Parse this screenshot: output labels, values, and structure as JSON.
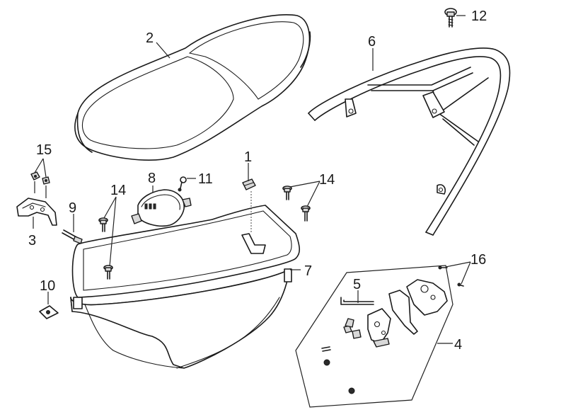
{
  "callouts": [
    {
      "id": "c1",
      "text": "1"
    },
    {
      "id": "c2",
      "text": "2"
    },
    {
      "id": "c3",
      "text": "3"
    },
    {
      "id": "c4",
      "text": "4"
    },
    {
      "id": "c5",
      "text": "5"
    },
    {
      "id": "c6",
      "text": "6"
    },
    {
      "id": "c7",
      "text": "7"
    },
    {
      "id": "c8",
      "text": "8"
    },
    {
      "id": "c9",
      "text": "9"
    },
    {
      "id": "c10",
      "text": "10"
    },
    {
      "id": "c11",
      "text": "11"
    },
    {
      "id": "c12",
      "text": "12"
    },
    {
      "id": "c14a",
      "text": "14"
    },
    {
      "id": "c14b",
      "text": "14"
    },
    {
      "id": "c15",
      "text": "15"
    },
    {
      "id": "c16",
      "text": "16"
    }
  ]
}
